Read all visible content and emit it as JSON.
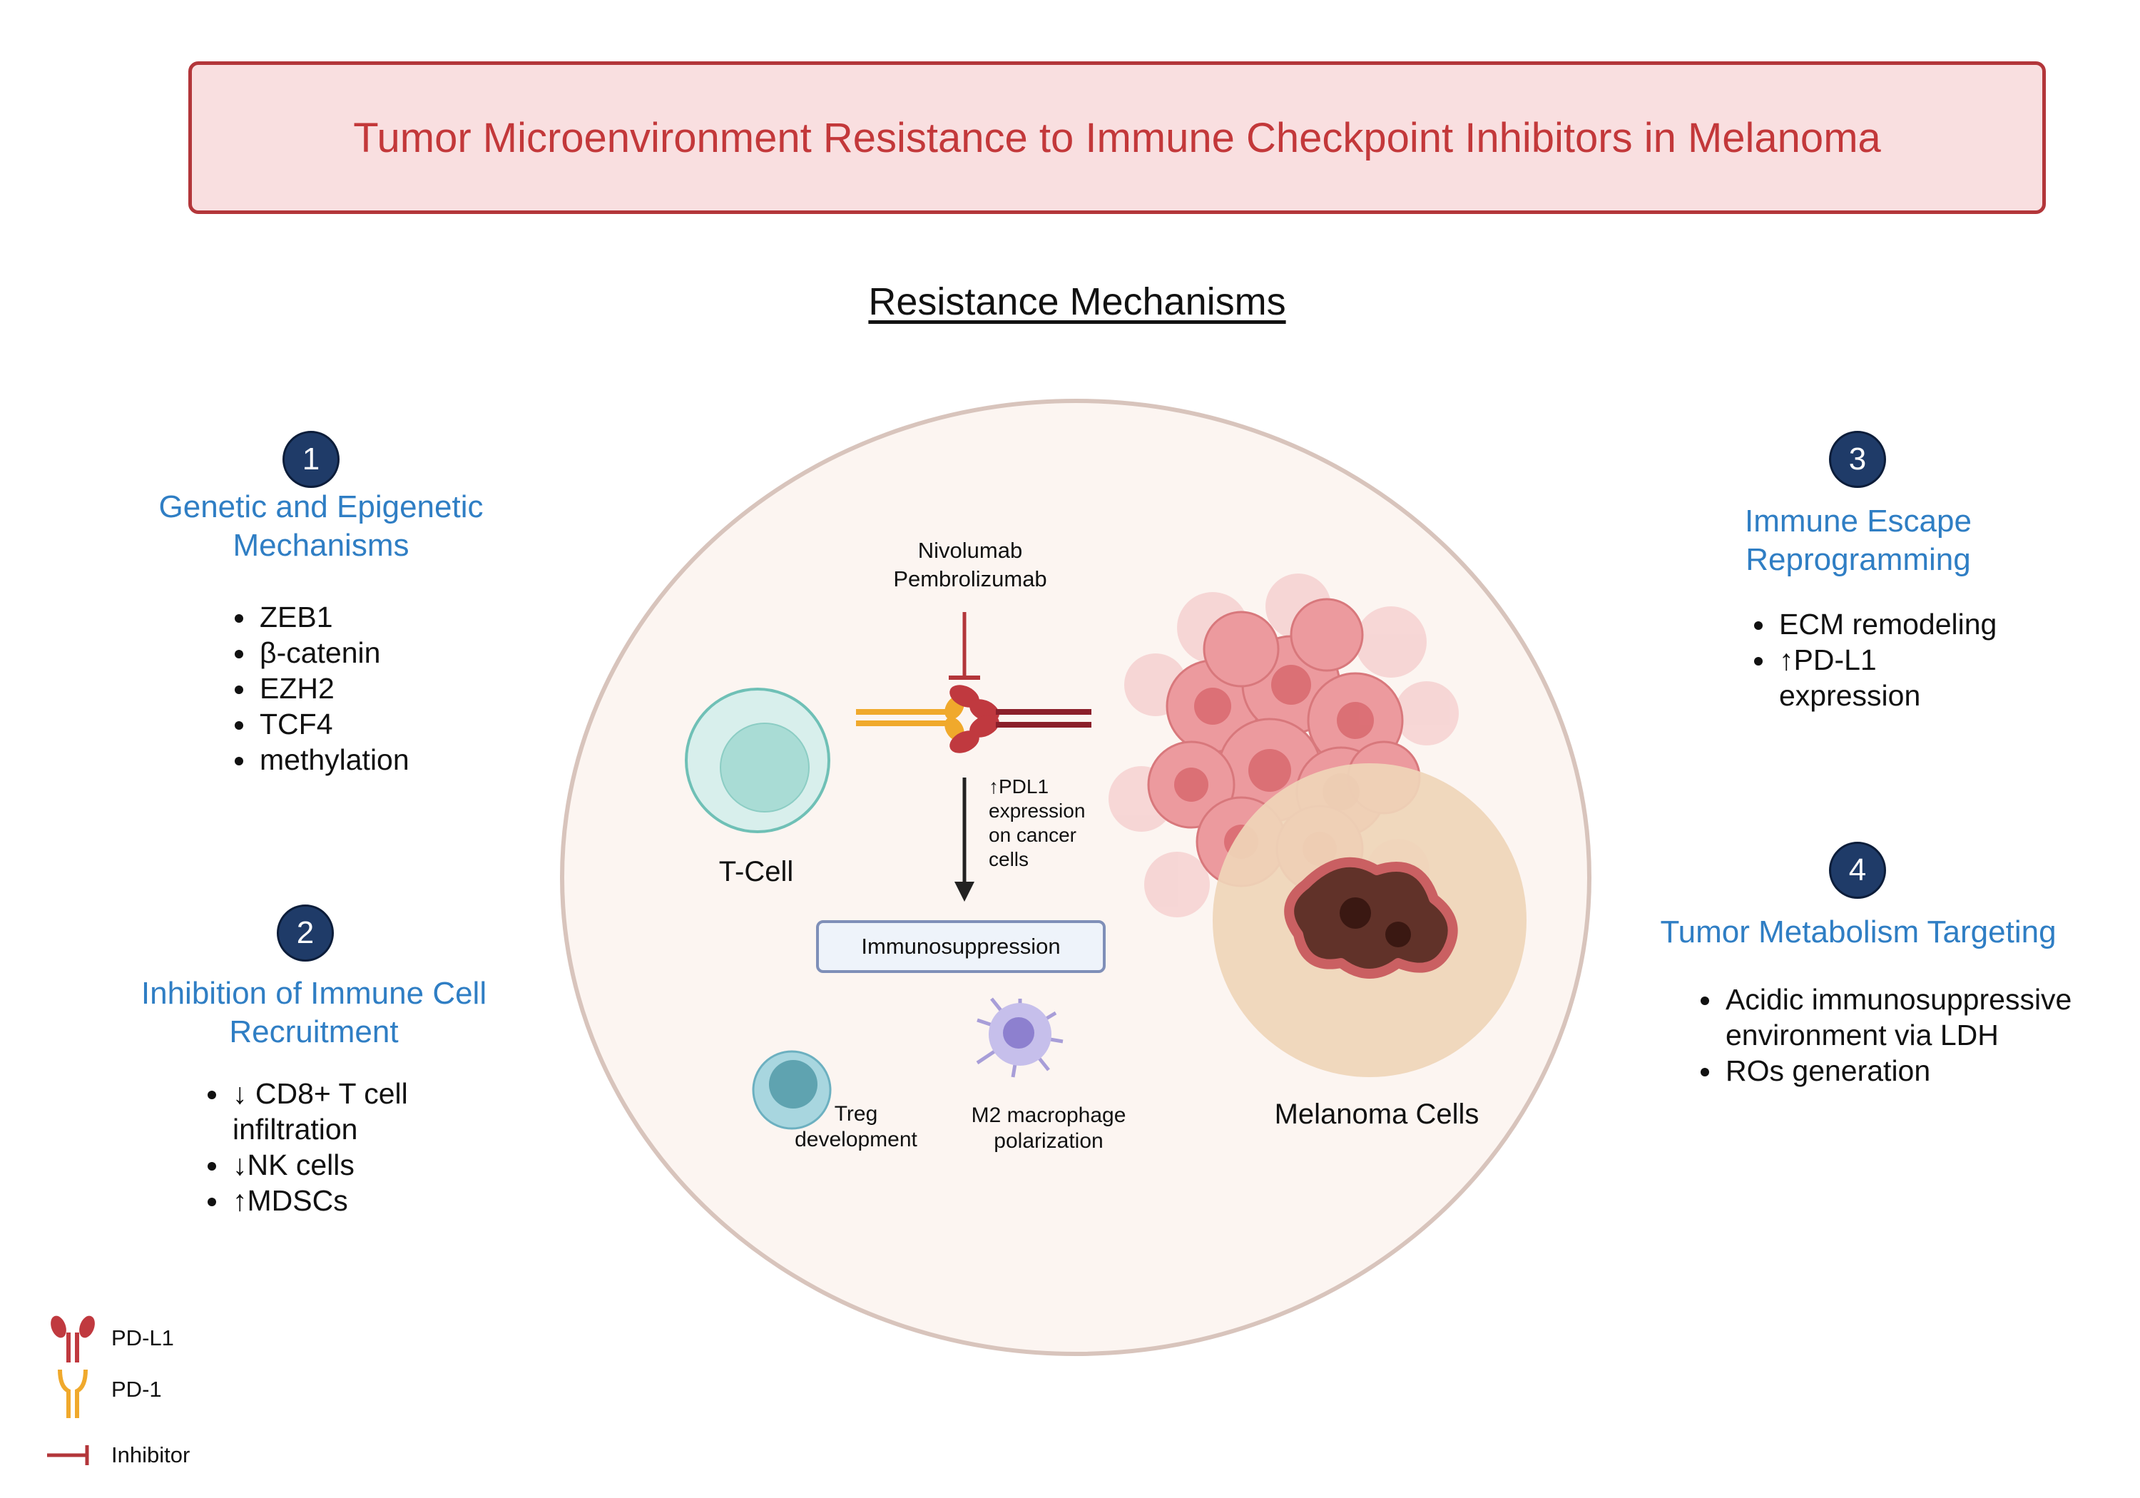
{
  "title": "Tumor Microenvironment Resistance to Immune Checkpoint Inhibitors in Melanoma",
  "subtitle": "Resistance Mechanisms",
  "sections": [
    {
      "number": "1",
      "title_lines": [
        "Genetic and Epigenetic",
        "Mechanisms"
      ],
      "items": [
        "ZEB1",
        "β-catenin",
        "EZH2",
        "TCF4",
        "methylation"
      ]
    },
    {
      "number": "2",
      "title_lines": [
        "Inhibition of Immune Cell",
        "Recruitment"
      ],
      "items": [
        "↓ CD8+ T cell infiltration",
        "↓NK cells",
        "↑MDSCs"
      ]
    },
    {
      "number": "3",
      "title_lines": [
        "Immune Escape",
        "Reprogramming"
      ],
      "items": [
        "ECM remodeling",
        "↑PD-L1 expression"
      ]
    },
    {
      "number": "4",
      "title_lines": [
        "Tumor Metabolism Targeting"
      ],
      "items": [
        "Acidic immunosuppressive environment via LDH",
        "ROs generation"
      ]
    }
  ],
  "diagram": {
    "drugs": [
      "Nivolumab",
      "Pembrolizumab"
    ],
    "tcell_label": "T-Cell",
    "pdl1_note": [
      "↑PDL1",
      "expression",
      "on cancer",
      "cells"
    ],
    "immunosuppression_label": "Immunosuppression",
    "treg_label": [
      "Treg",
      "development"
    ],
    "macrophage_label": [
      "M2 macrophage",
      "polarization"
    ],
    "melanoma_label": "Melanoma Cells"
  },
  "legend": [
    {
      "label": "PD-L1",
      "icon": "pd-l1-icon",
      "color": "#c0393f"
    },
    {
      "label": "PD-1",
      "icon": "pd-1-icon",
      "color": "#f0a92c"
    },
    {
      "label": "Inhibitor",
      "icon": "inhibitor-icon",
      "color": "#b3363a"
    }
  ]
}
